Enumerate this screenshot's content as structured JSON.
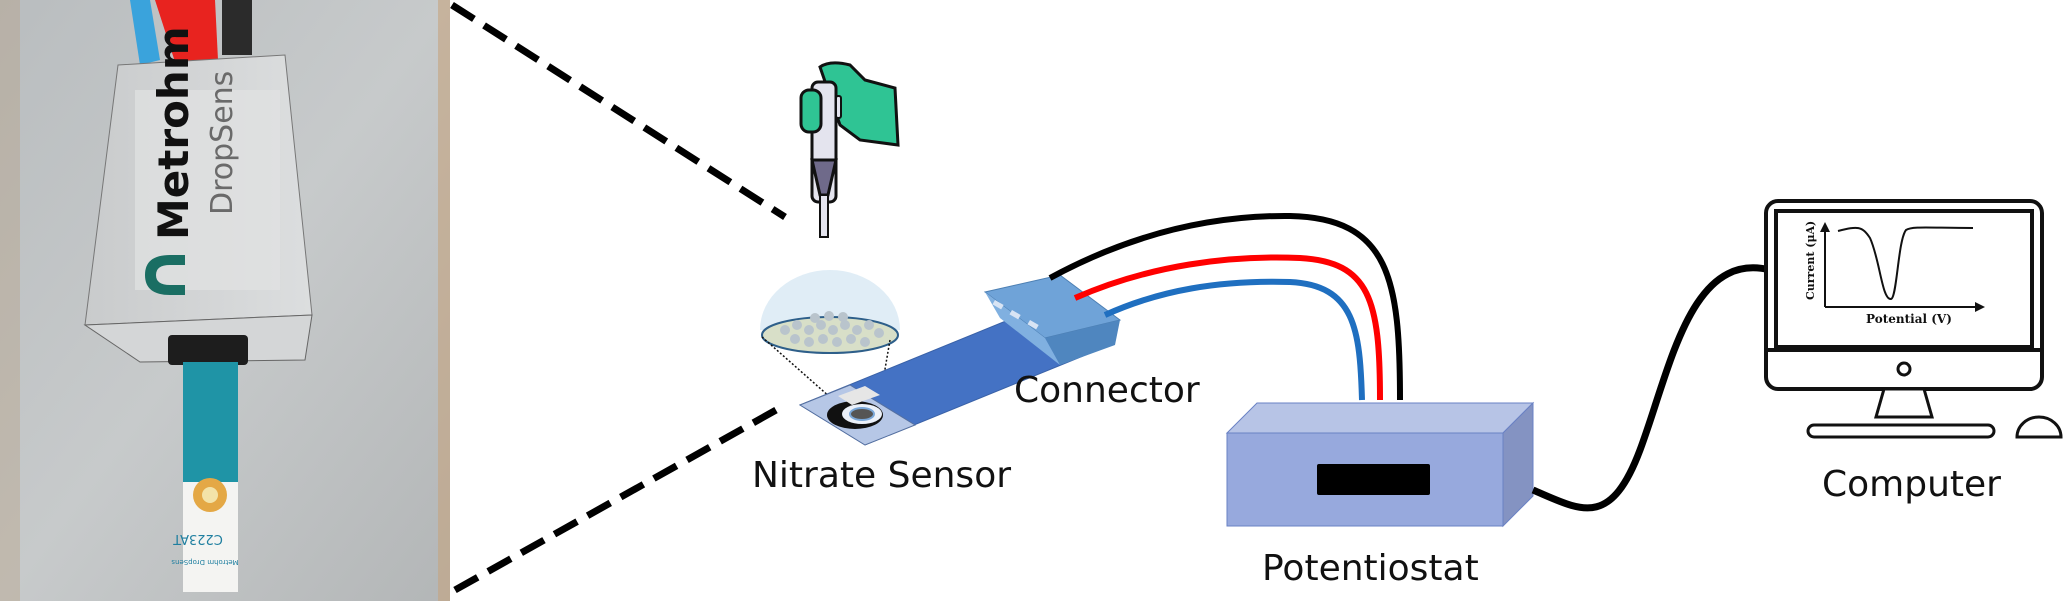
{
  "photo": {
    "brand_name": "Metrohm",
    "brand_sub": "DropSens",
    "strip_code": "C223AT",
    "strip_brand": "Metrohm DropSens"
  },
  "labels": {
    "sensor": "Nitrate Sensor",
    "connector": "Connector",
    "potentiostat": "Potentiostat",
    "computer": "Computer"
  },
  "screen_plot": {
    "ylabel": "Current (μA)",
    "xlabel": "Potential (V)"
  },
  "colors": {
    "sensor_strip": "#4472c4",
    "connector": "#6fa3d8",
    "potentiostat": "#9aaedc",
    "glove": "#2fc494",
    "wire_red": "#ff0000",
    "wire_blue": "#1f6fc0",
    "wire_black": "#000000"
  }
}
